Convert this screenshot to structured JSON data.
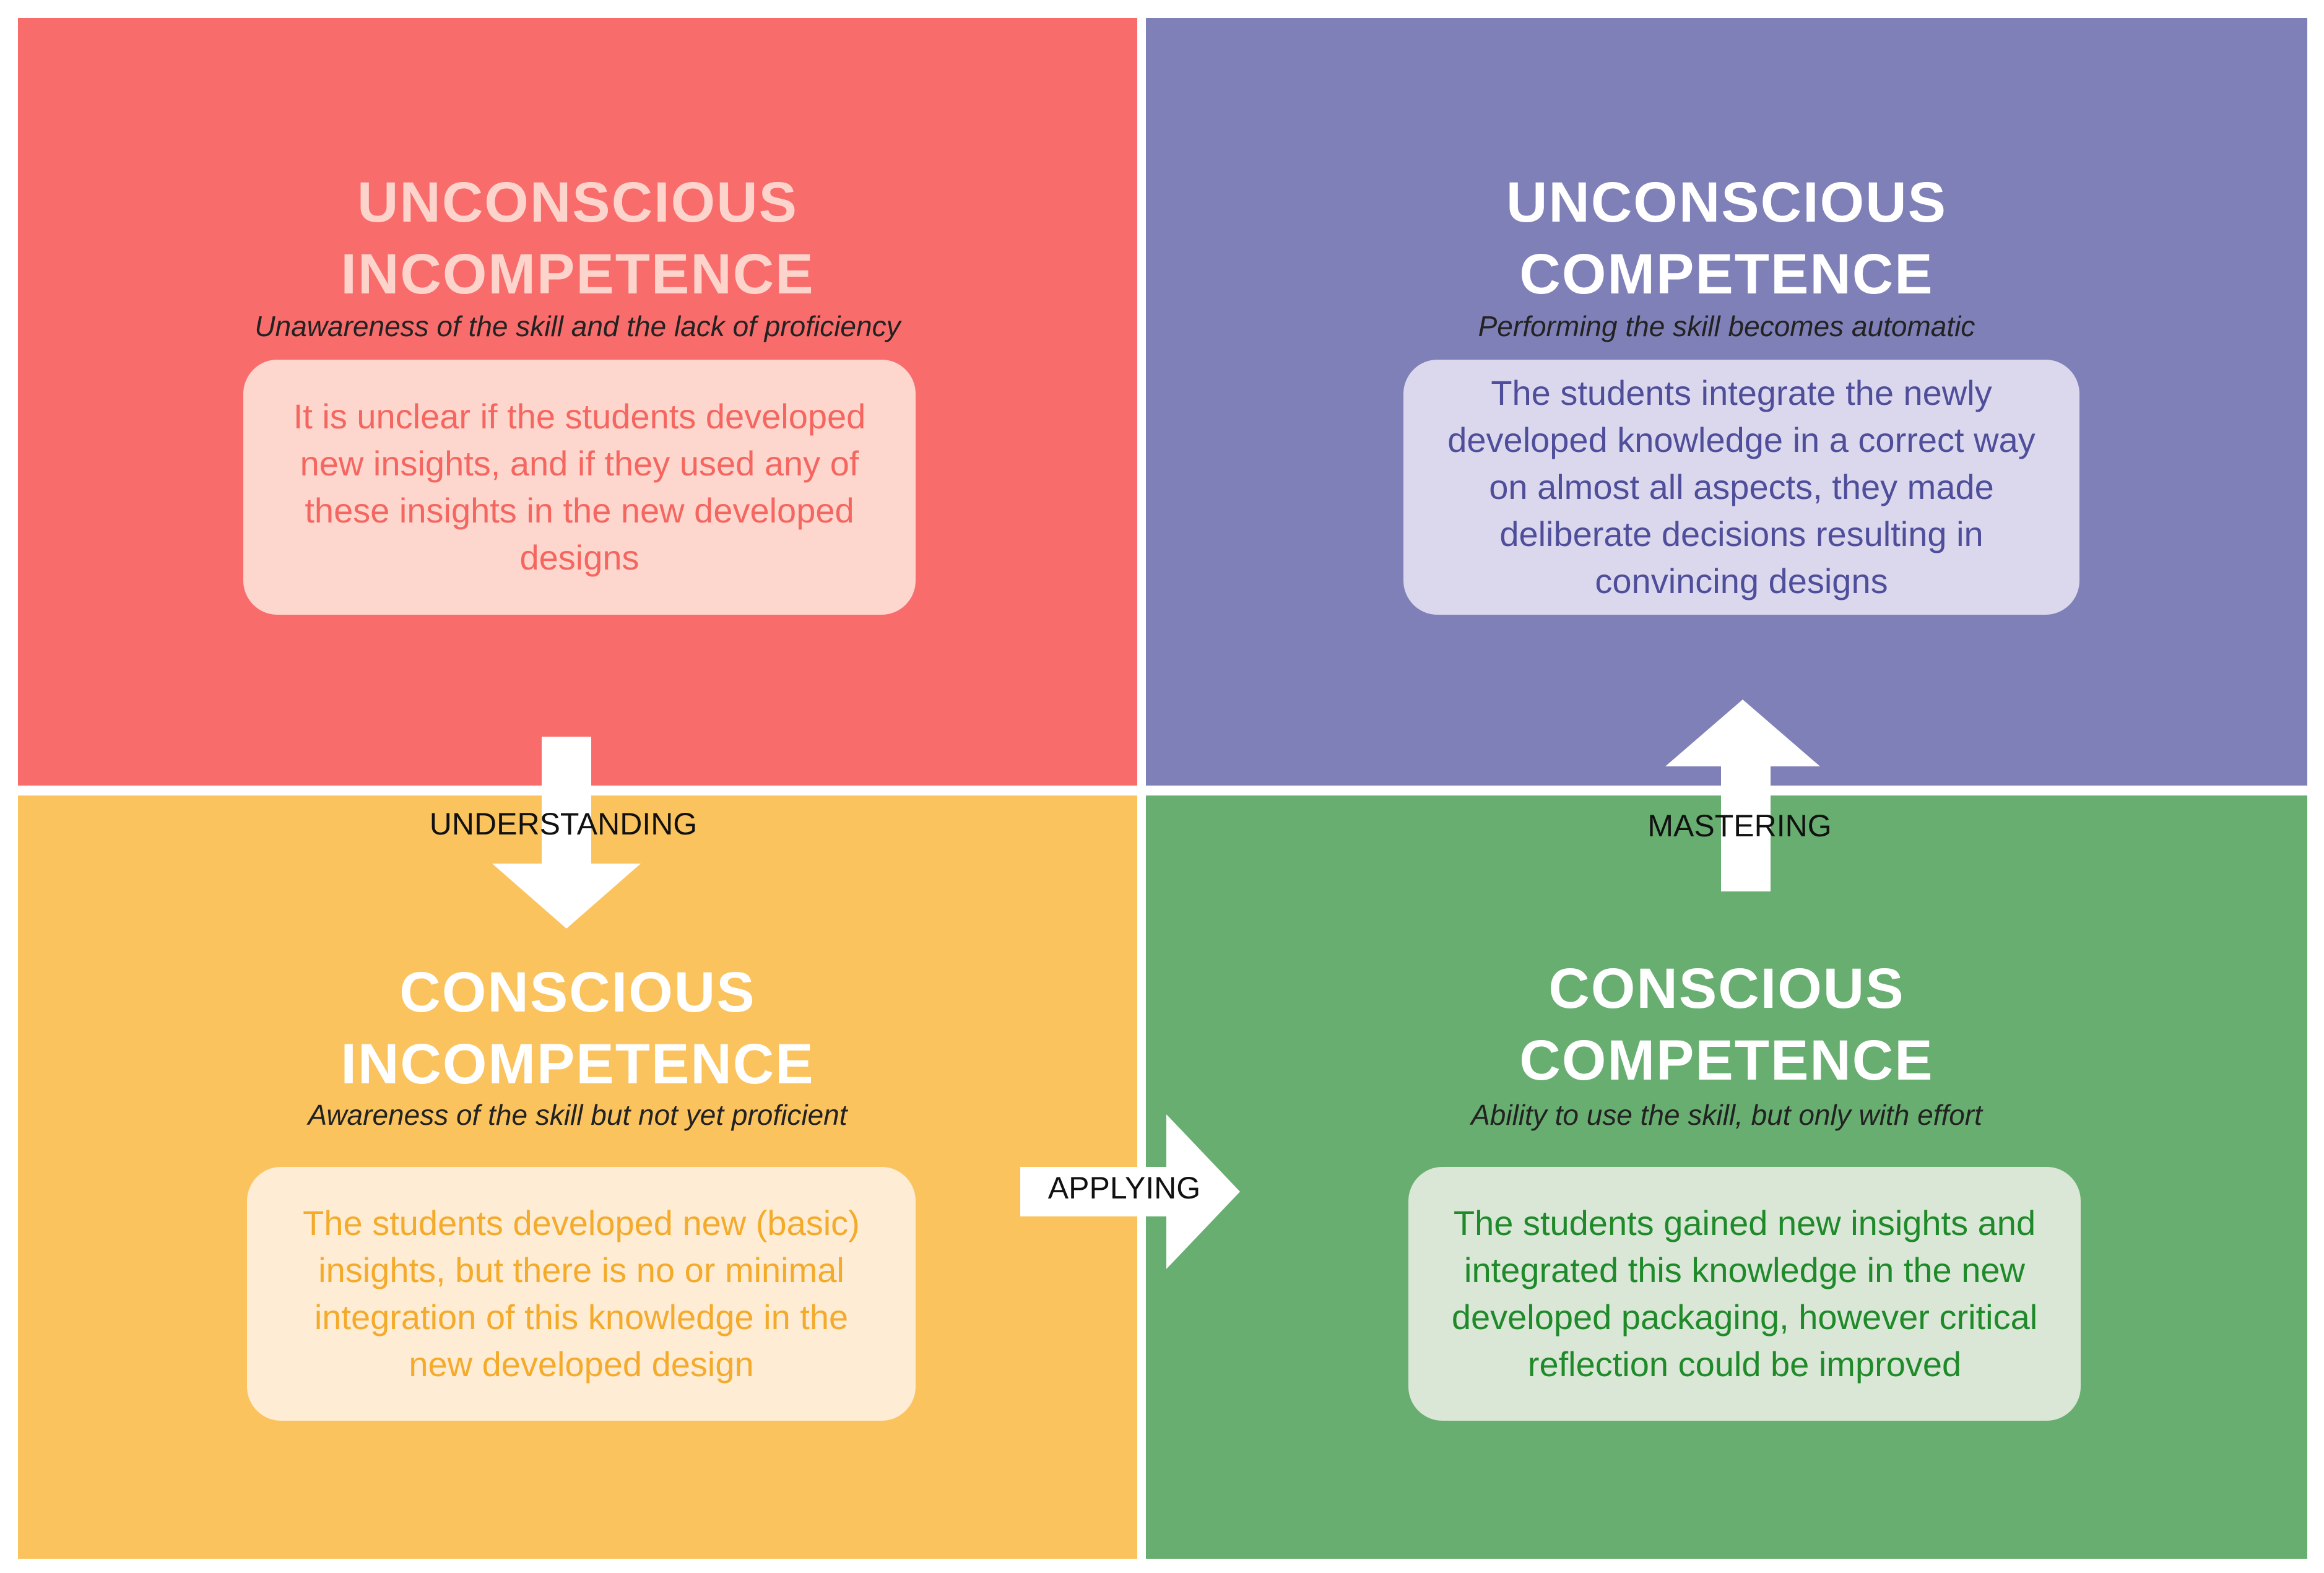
{
  "quadrants": {
    "unconscious_incompetence": {
      "title_line1": "UNCONSCIOUS",
      "title_line2": "INCOMPETENCE",
      "subtitle": "Unawareness of the skill and the lack of proficiency",
      "description": "It is unclear if the students developed new insights, and if they used any of these insights in the new developed designs",
      "colors": {
        "background": "#f96c6c",
        "title": "#fcd4cc",
        "box": "#fdd6ce",
        "box_text": "#f4665f"
      }
    },
    "unconscious_competence": {
      "title_line1": "UNCONSCIOUS",
      "title_line2": "COMPETENCE",
      "subtitle": "Performing the skill becomes automatic",
      "description": "The students integrate the newly developed knowledge in a correct way on almost all aspects, they made deliberate decisions resulting in convincing designs",
      "colors": {
        "background": "#8080b8",
        "title": "#ffffff",
        "box": "#dbd8ee",
        "box_text": "#4f4e9a"
      }
    },
    "conscious_incompetence": {
      "title_line1": "CONSCIOUS",
      "title_line2": "INCOMPETENCE",
      "subtitle": "Awareness of the skill but not yet proficient",
      "description": "The students developed new (basic) insights, but there is no or minimal integration of this knowledge in the new developed design",
      "colors": {
        "background": "#fbc35e",
        "title": "#ffffff",
        "box": "#feecd4",
        "box_text": "#f4ab2c"
      }
    },
    "conscious_competence": {
      "title_line1": "CONSCIOUS",
      "title_line2": "COMPETENCE",
      "subtitle": "Ability to use the skill, but only with effort",
      "description": "The students gained new insights and integrated this knowledge in the new developed packaging, however critical reflection could be improved",
      "colors": {
        "background": "#68ae70",
        "title": "#ffffff",
        "box": "#dae6d6",
        "box_text": "#1f8a2a"
      }
    }
  },
  "transitions": {
    "understanding": "UNDERSTANDING",
    "applying": "APPLYING",
    "mastering": "MASTERING"
  }
}
